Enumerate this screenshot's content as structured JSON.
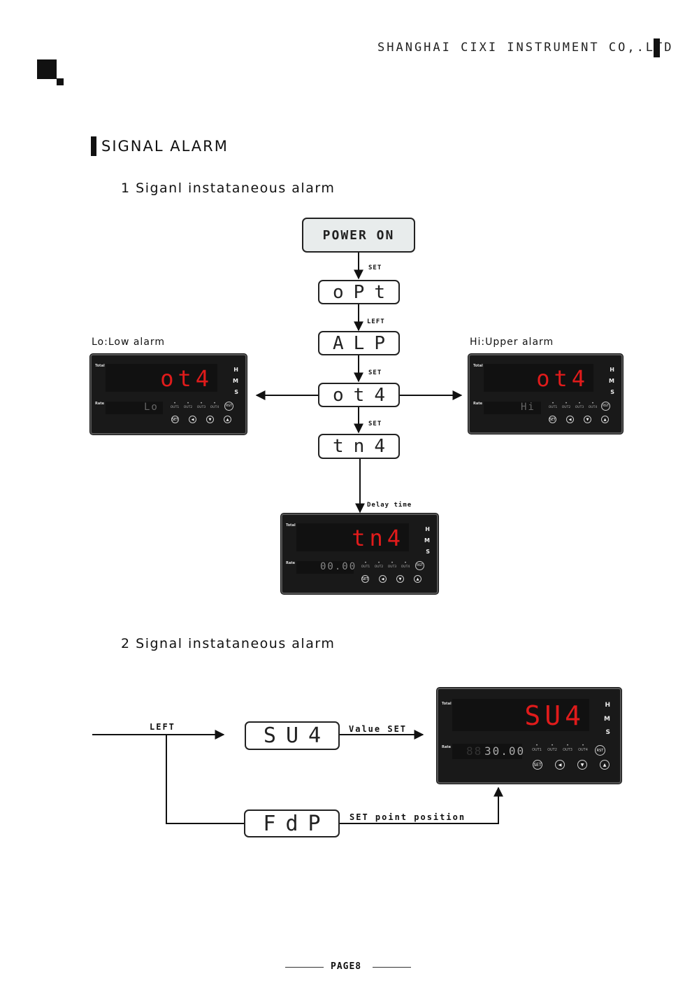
{
  "header": {
    "company": "SHANGHAI CIXI INSTRUMENT CO,.LTD"
  },
  "section": {
    "title": "SIGNAL ALARM",
    "sub1": "1 Siganl instataneous alarm",
    "sub2": "2 Signal instataneous alarm"
  },
  "flow1": {
    "power_on": "POWER ON",
    "boxes": [
      "oPt",
      "ALP",
      "ot4",
      "tn4"
    ],
    "arrow_labels": [
      "SET",
      "LEFT",
      "SET",
      "SET"
    ],
    "delay_label": "Delay time",
    "lo_label": "Lo:Low alarm",
    "hi_label": "Hi:Upper alarm"
  },
  "meters": {
    "total_label": "Total",
    "rate_label": "Rate",
    "h": "H",
    "m": "M",
    "s": "S",
    "outs": [
      "OUT1",
      "OUT2",
      "OUT3",
      "OUT4"
    ],
    "rst": "RST",
    "set": "SET",
    "btn_left": "◀",
    "btn_down": "▼",
    "btn_up": "▲",
    "lo": {
      "main": "ot4",
      "rate": "Lo"
    },
    "hi": {
      "main": "ot4",
      "rate": "Hi"
    },
    "delay": {
      "main": "tn4",
      "rate": "00.00"
    },
    "value": {
      "main": "SU4",
      "rate_dim": "88",
      "rate": "30.00"
    }
  },
  "flow2": {
    "left_label": "LEFT",
    "box_su4": "SU4",
    "value_set_label": "Value SET",
    "box_fdp": "FdP",
    "set_point_label": "SET point position"
  },
  "footer": {
    "page": "PAGE8"
  }
}
